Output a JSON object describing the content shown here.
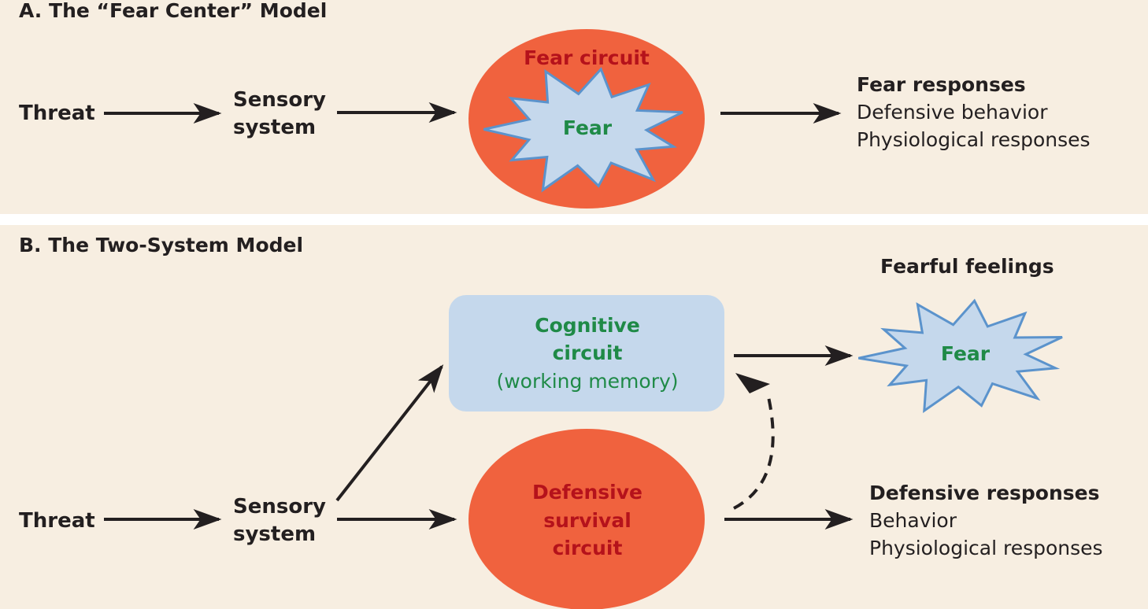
{
  "panel_a": {
    "title": "A. The “Fear Center” Model",
    "threat": "Threat",
    "sensory_line1": "Sensory",
    "sensory_line2": "system",
    "circuit_label": "Fear circuit",
    "fear_label": "Fear",
    "responses_title": "Fear responses",
    "response_1": "Defensive behavior",
    "response_2": "Physiological responses"
  },
  "panel_b": {
    "title": "B. The Two-System Model",
    "threat": "Threat",
    "sensory_line1": "Sensory",
    "sensory_line2": "system",
    "cognitive_line1": "Cognitive",
    "cognitive_line2": "circuit",
    "cognitive_line3": "(working memory)",
    "defensive_line1": "Defensive",
    "defensive_line2": "survival",
    "defensive_line3": "circuit",
    "feelings_title": "Fearful feelings",
    "fear_label": "Fear",
    "responses_title": "Defensive responses",
    "response_1": "Behavior",
    "response_2": "Physiological responses"
  },
  "colors": {
    "background": "#f7eee1",
    "separator": "#ffffff",
    "circuit_fill": "#f0623e",
    "circuit_text": "#b5121b",
    "fear_fill": "#c5d8ec",
    "fear_stroke": "#5b93cc",
    "green_text": "#1f8a47",
    "arrow": "#231f20"
  }
}
